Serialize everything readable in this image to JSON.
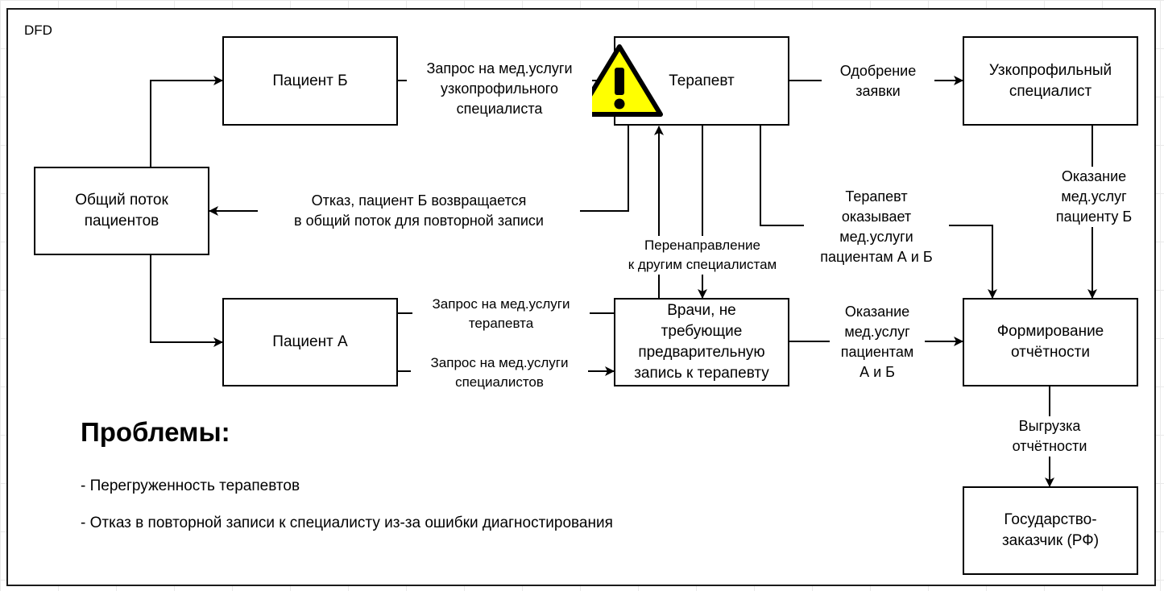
{
  "diagram": {
    "frame_label": "DFD",
    "nodes": {
      "patient_b": "Пациент Б",
      "therapist": "Терапевт",
      "specialist": "Узкопрофильный\nспециалист",
      "general_flow": "Общий поток\nпациентов",
      "patient_a": "Пациент А",
      "doctors": "Врачи, не\nтребующие\nпредварительную\nзапись к терапевту",
      "reporting": "Формирование\nотчётности",
      "state": "Государство-\nзаказчик (РФ)"
    },
    "flows": {
      "b_to_therapist": "Запрос на мед.услуги\nузкопрофильного\nспециалиста",
      "approval": "Одобрение\nзаявки",
      "refusal": "Отказ, пациент Б возвращается\nв общий поток для  повторной записи",
      "specialist_service": "Оказание\nмед.услуг\nпациенту Б",
      "therapist_service": "Терапевт\nоказывает\nмед.услуги\nпациентам А и Б",
      "redirect": "Перенаправление\nк другим специалистам",
      "a_to_therapist": "Запрос на мед.услуги\nтерапевта",
      "a_to_doctors": "Запрос на  мед.услуги\nспециалистов",
      "doctors_service": "Оказание\nмед.услуг\nпациентам\nА и Б",
      "export": "Выгрузка\nотчётности"
    },
    "warning_icon": "warning-triangle-icon",
    "warning_color": "#ffff00"
  },
  "problems": {
    "title": "Проблемы:",
    "items": [
      "- Перегруженность терапевтов",
      "- Отказ в повторной записи к специалисту из-за ошибки диагностирования"
    ]
  }
}
